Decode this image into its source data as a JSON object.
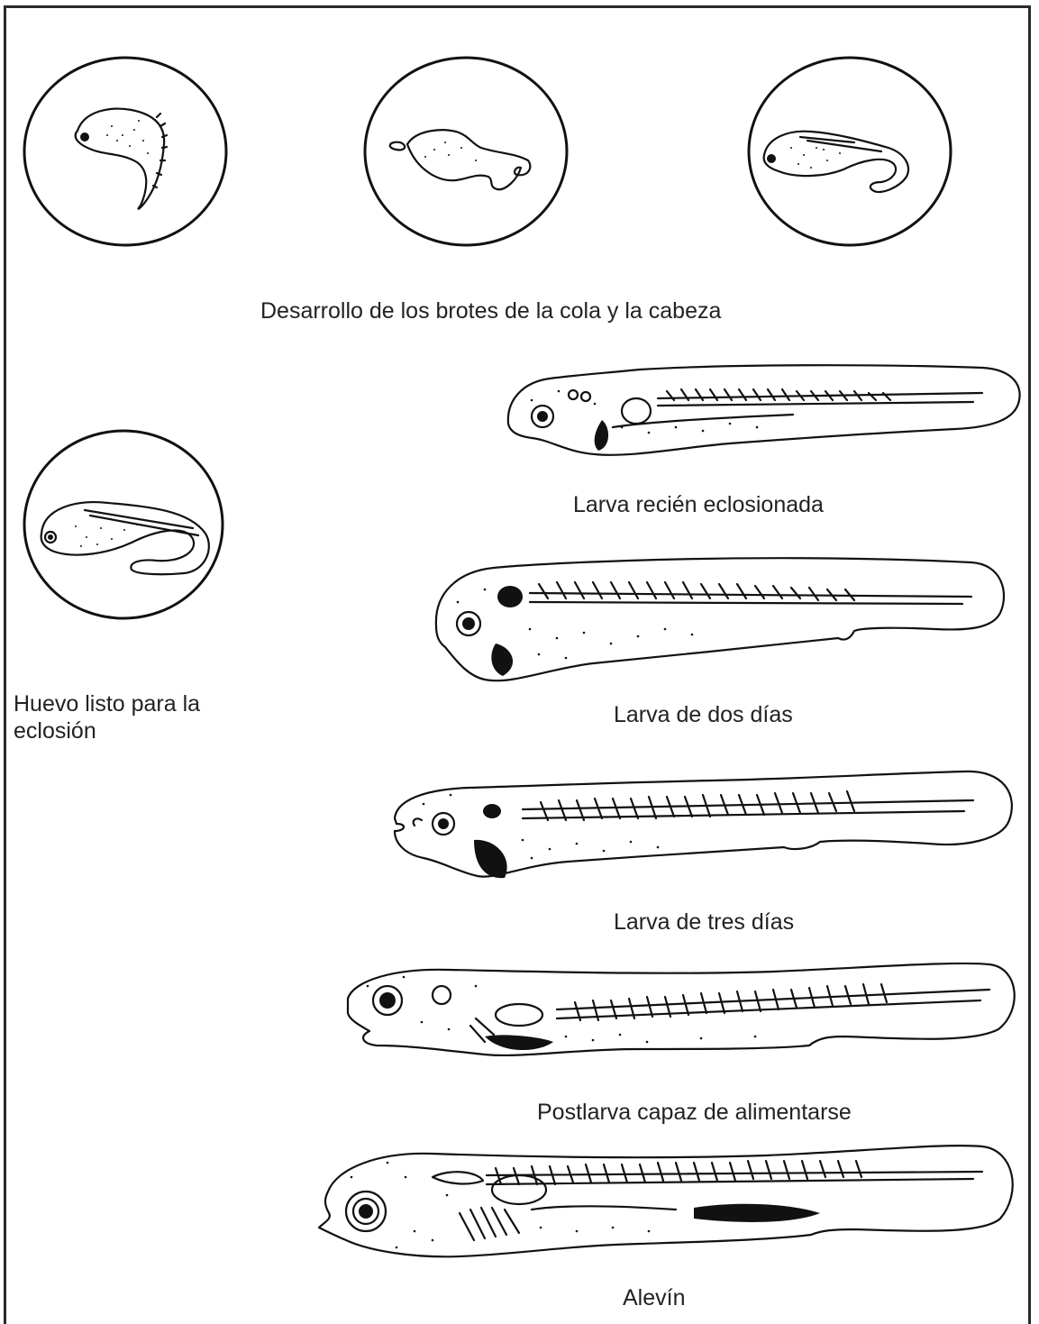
{
  "figure": {
    "stages": {
      "tail_head_buds": "Desarrollo de los brotes de la cola y la cabeza",
      "egg_ready_to_hatch": "Huevo listo para la eclosión",
      "newly_hatched_larva": "Larva recién eclosionada",
      "two_day_larva": "Larva de dos días",
      "three_day_larva": "Larva de tres días",
      "feeding_postlarva": "Postlarva capaz de alimentarse",
      "fry": "Alevín"
    }
  }
}
